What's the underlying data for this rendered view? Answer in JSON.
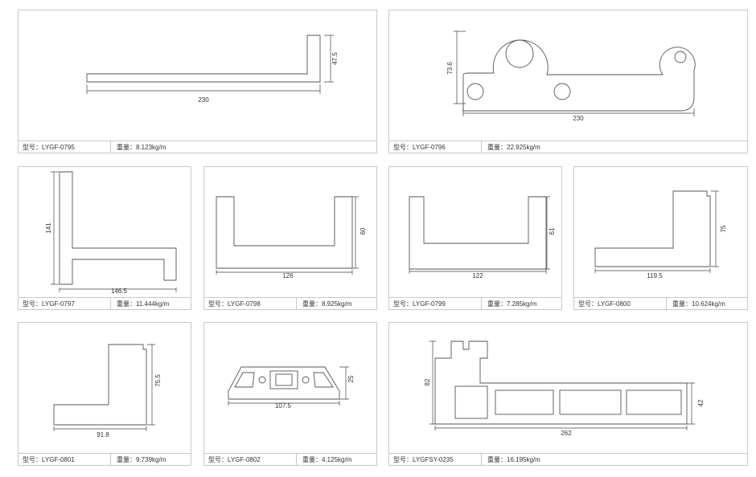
{
  "model_label": "型号：",
  "weight_label": "重量：",
  "panels": [
    {
      "model": "LYGF-0795",
      "weight": "8.123kg/m",
      "dims": [
        "230",
        "47.5"
      ]
    },
    {
      "model": "LYGF-0796",
      "weight": "22.925kg/m",
      "dims": [
        "230",
        "73.6"
      ]
    },
    {
      "model": "LYGF-0797",
      "weight": "11.444kg/m",
      "dims": [
        "146.5",
        "141"
      ]
    },
    {
      "model": "LYGF-0798",
      "weight": "8.925kg/m",
      "dims": [
        "126",
        "60"
      ]
    },
    {
      "model": "LYGF-0799",
      "weight": "7.285kg/m",
      "dims": [
        "122",
        "61"
      ]
    },
    {
      "model": "LYGF-0800",
      "weight": "10.624kg/m",
      "dims": [
        "119.5",
        "75"
      ]
    },
    {
      "model": "LYGF-0801",
      "weight": "9.739kg/m",
      "dims": [
        "91.8",
        "75.5"
      ]
    },
    {
      "model": "LYGF-0802",
      "weight": "4.125kg/m",
      "dims": [
        "107.5",
        "25"
      ]
    },
    {
      "model": "LYGFSY-0235",
      "weight": "16.195kg/m",
      "dims": [
        "262",
        "82",
        "42"
      ]
    }
  ]
}
